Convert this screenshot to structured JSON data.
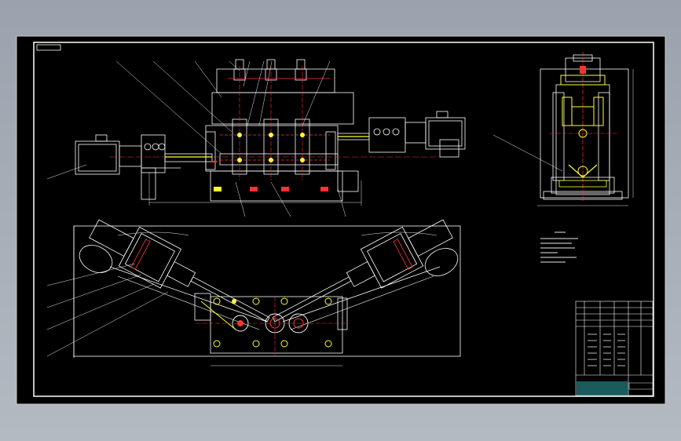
{
  "drawing": {
    "title_tag": "",
    "colors": {
      "background": "#000000",
      "frame": "#ffffff",
      "outline": "#ffffff",
      "centerline": "#ff3333",
      "dimension": "#e8e8e8",
      "highlight": "#ffff33",
      "table_band": "#2fa6a6"
    },
    "views": [
      "front-view",
      "side-view",
      "top-view"
    ]
  }
}
